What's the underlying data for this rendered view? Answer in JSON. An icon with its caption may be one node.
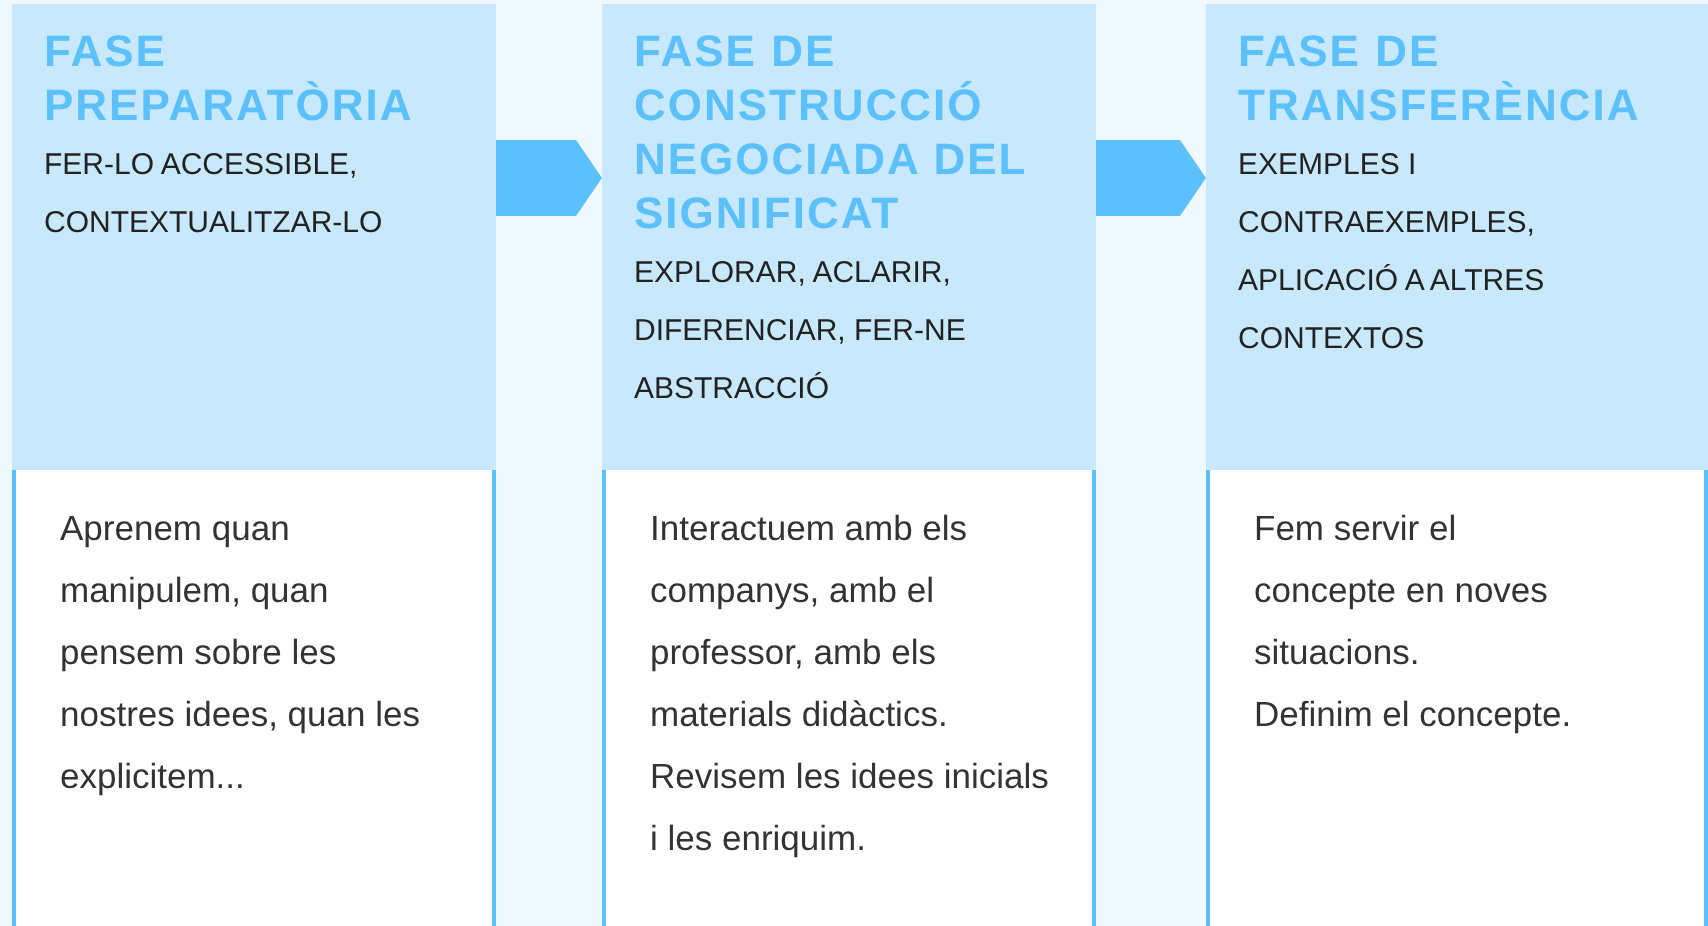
{
  "diagram": {
    "nodes": [
      {
        "text": [
          "FASE PREPARATÒRIA",
          "FER-LO ACCESSIBLE, CONTEXTUALITZAR-LO"
        ]
      },
      {
        "text": [
          "Aprenem quan manipulem, quan pensem sobre les nostres idees, quan les explicitem..."
        ]
      },
      {
        "text": [
          "FASE DE CONSTRUCCIÓ NEGOCIADA DEL SIGNIFICAT",
          "EXPLORAR, ACLARIR, DIFERENCIAR, FER-NE ABSTRACCIÓ"
        ]
      },
      {
        "text": [
          "Interactuem amb els companys, amb el professor, amb els materials didàctics.",
          "Revisem les idees inicials i les enriquim."
        ]
      },
      {
        "text": [
          "FASE DE TRANSFERÈNCIA",
          "EXEMPLES I CONTRAEXEMPLES, APLICACIÓ A ALTRES CONTEXTOS"
        ]
      },
      {
        "text": [
          "Fem servir el concepte en noves situacions.",
          "Definim el concepte."
        ]
      }
    ],
    "edges": [
      {
        "from": 0,
        "to": 2,
        "arrow": "to"
      },
      {
        "from": 2,
        "to": 4,
        "arrow": "to"
      }
    ]
  }
}
